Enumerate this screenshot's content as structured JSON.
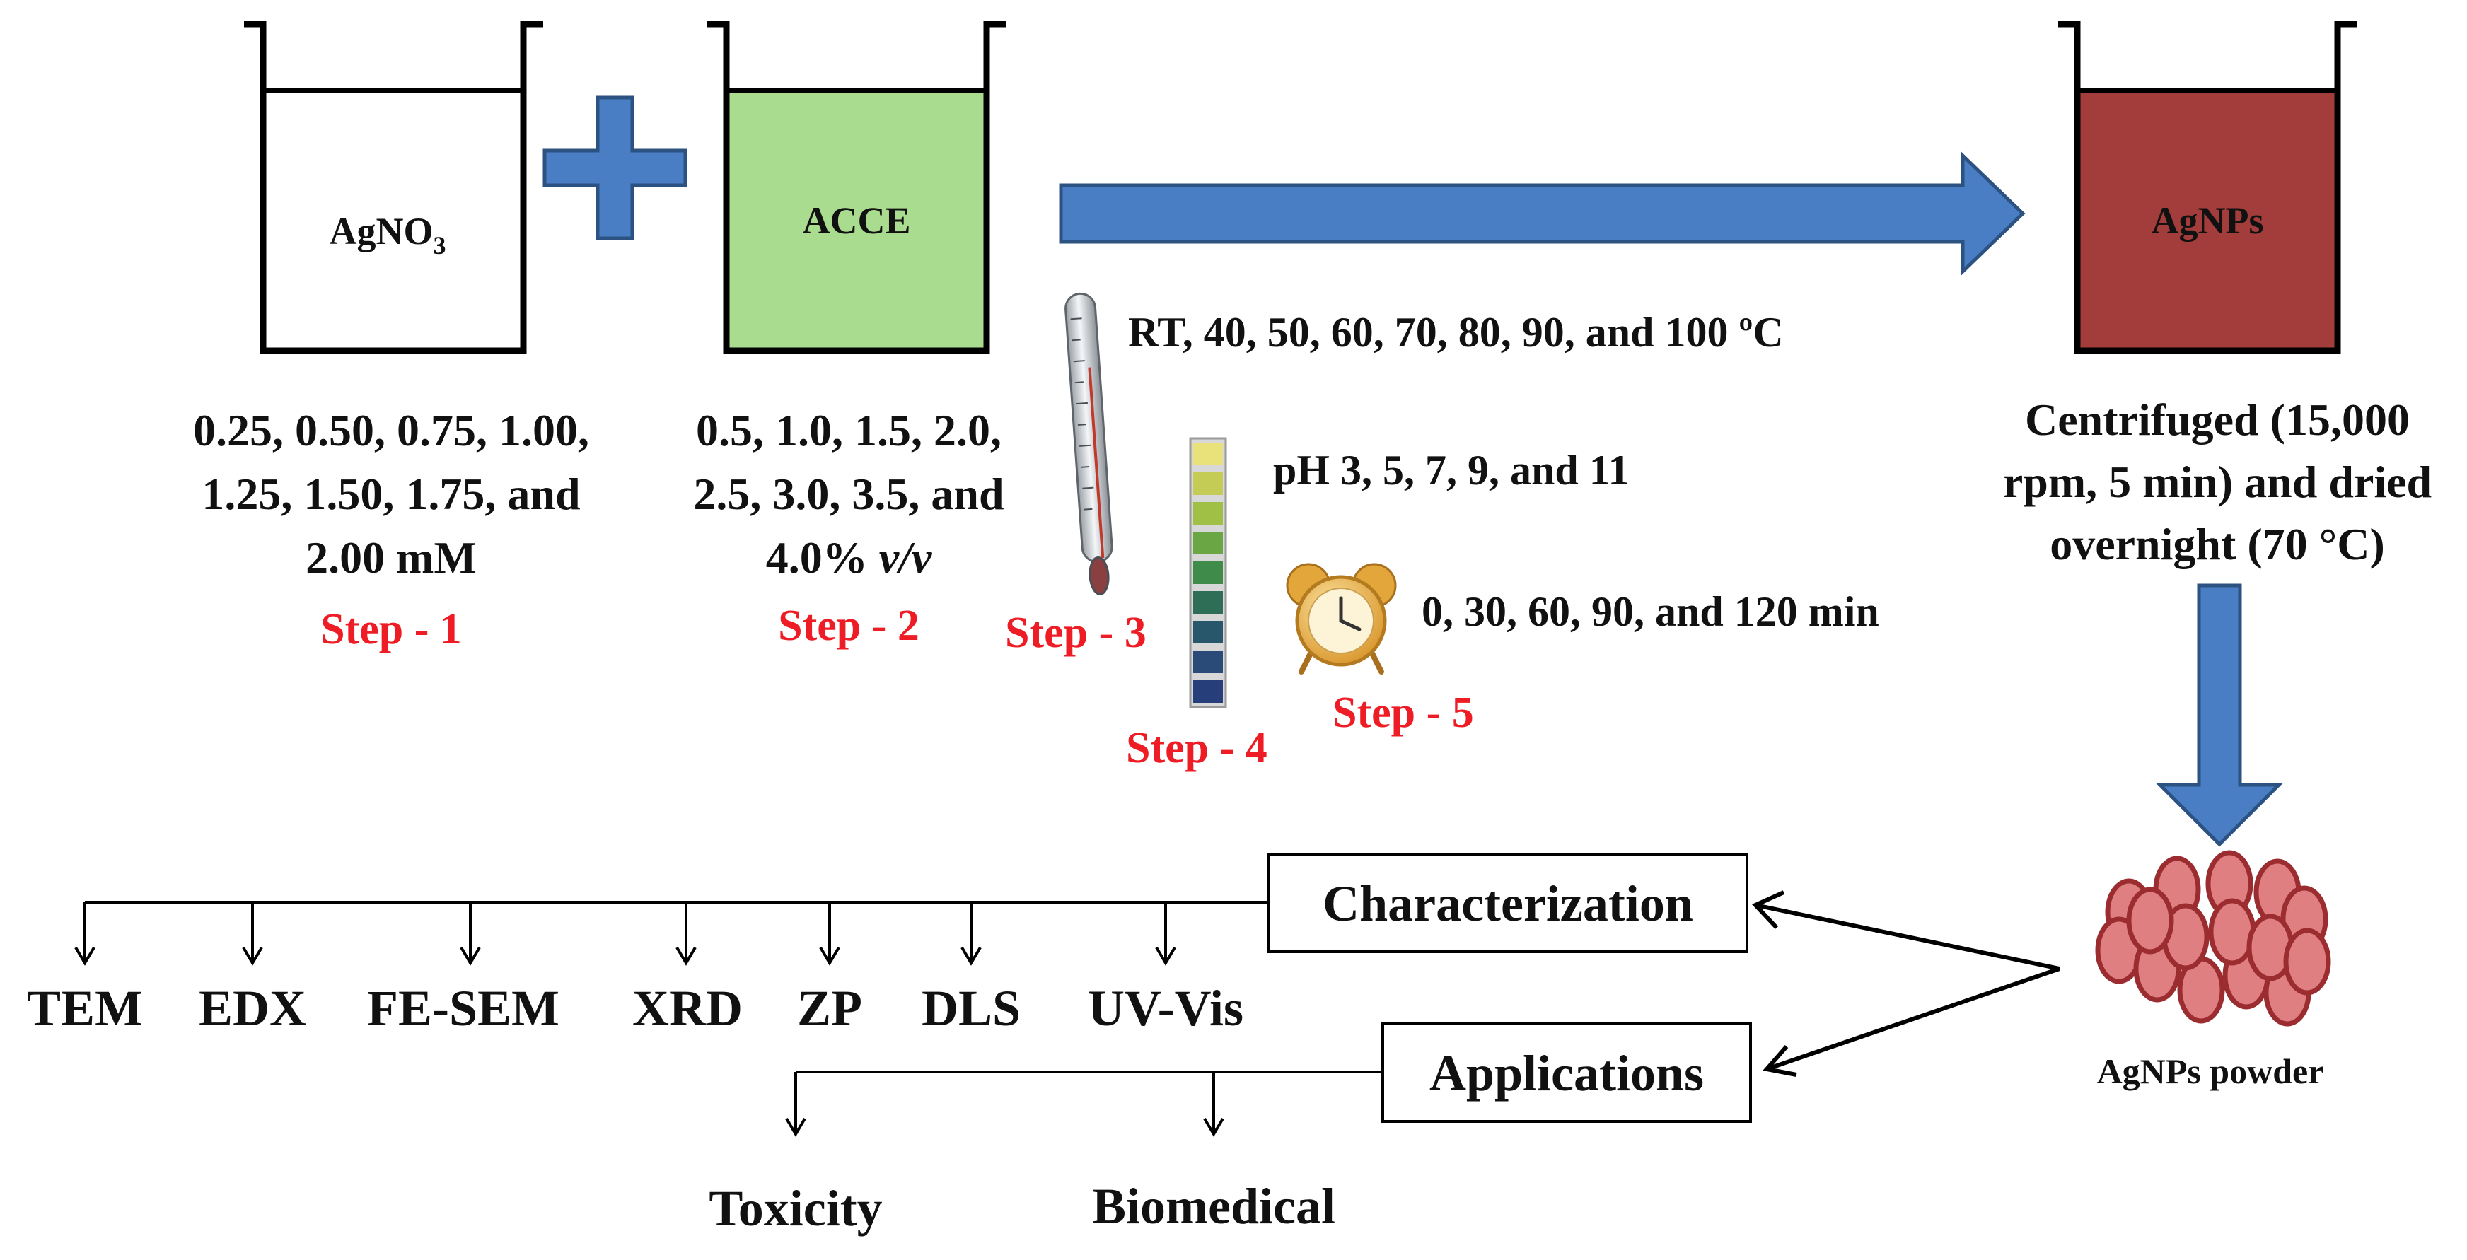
{
  "beakers": {
    "agno3": {
      "label_main": "AgNO",
      "label_sub": "3",
      "fill": "#ffffff"
    },
    "acce": {
      "label": "ACCE",
      "fill": "#a9dc8f"
    },
    "agnps": {
      "label": "AgNPs",
      "fill": "#a33d3b"
    }
  },
  "step1": {
    "lines": [
      "0.25, 0.50, 0.75, 1.00,",
      "1.25, 1.50, 1.75, and",
      "2.00 mM"
    ],
    "label": "Step - 1"
  },
  "step2": {
    "lines": [
      "0.5, 1.0, 1.5, 2.0,",
      "2.5, 3.0, 3.5, and"
    ],
    "line3_main": "4.0% ",
    "line3_italic": "v/v",
    "label": "Step - 2"
  },
  "step3": {
    "text": "RT, 40, 50, 60, 70, 80, 90, and 100 ºC",
    "label": "Step - 3"
  },
  "step4": {
    "text": "pH 3, 5, 7, 9, and 11",
    "label": "Step - 4"
  },
  "step5": {
    "text": "0, 30, 60, 90, and 120 min",
    "label": "Step - 5"
  },
  "post_process": {
    "lines": [
      "Centrifuged (15,000",
      "rpm, 5 min) and dried",
      "overnight (70 °C)"
    ]
  },
  "powder": {
    "label": "AgNPs powder"
  },
  "characterization": {
    "title": "Characterization",
    "items": [
      "TEM",
      "EDX",
      "FE-SEM",
      "XRD",
      "ZP",
      "DLS",
      "UV-Vis"
    ]
  },
  "applications": {
    "title": "Applications",
    "items": [
      "Toxicity",
      "Biomedical"
    ]
  },
  "colors": {
    "arrow_fill": "#4a7ec4",
    "arrow_stroke": "#2c5282",
    "step_label": "#ee1c24",
    "particle_fill": "#e07f82",
    "particle_stroke": "#9b2d30"
  }
}
